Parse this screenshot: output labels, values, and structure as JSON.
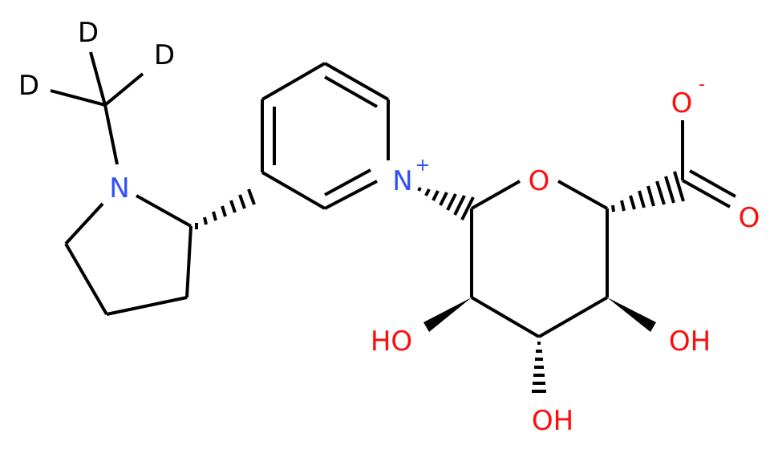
{
  "molecule": {
    "atom_labels": {
      "d_top": "D",
      "d_right": "D",
      "d_left": "D",
      "n_pyrrolidine": "N",
      "n_pyridinium": "N",
      "n_charge": "+",
      "o_ring": "O",
      "o_carboxylate_minus": "O",
      "o_charge": "-",
      "o_carbonyl": "O",
      "oh_left": "HO",
      "oh_bottom": "OH",
      "oh_right": "OH"
    },
    "colors": {
      "bond": "#000000",
      "carbon_label": "#000000",
      "nitrogen": "#3050f8",
      "oxygen": "#ff0d0d"
    }
  }
}
